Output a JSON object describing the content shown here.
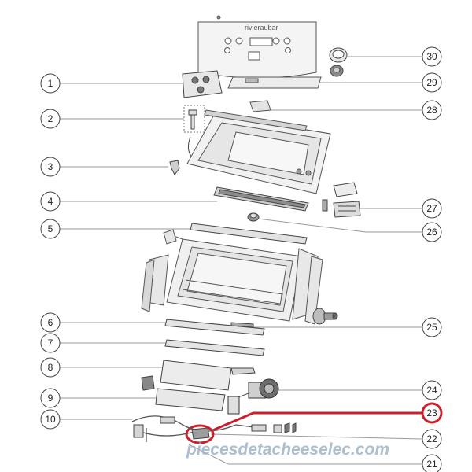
{
  "brand_label": "rivieraubar",
  "watermark": "piecesdetacheeselec.com",
  "callouts_left": [
    "1",
    "2",
    "3",
    "4",
    "5",
    "6",
    "7",
    "8",
    "9",
    "10"
  ],
  "callouts_right": [
    "30",
    "29",
    "28",
    "27",
    "26",
    "25",
    "24",
    "23",
    "22",
    "21"
  ],
  "highlight_color": "#cc1f2b",
  "line_color": "#9a9a9a",
  "part_stroke": "#555555"
}
